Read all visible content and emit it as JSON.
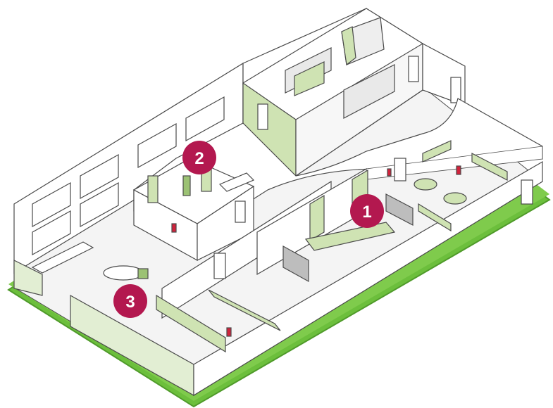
{
  "colors": {
    "ground": "#6cbf3c",
    "ground_edge": "#4f9a2a",
    "wall": "#ffffff",
    "wall_line": "#4a4a4a",
    "floor": "#f6f6f6",
    "accent_green": "#cfe3b3",
    "accent_green_dark": "#9cc274",
    "marker": "#b3184f",
    "marker_text": "#ffffff",
    "fire_red": "#d0233c",
    "whiteboard": "#bdbdbd"
  },
  "markers": [
    {
      "id": "1",
      "label": "1",
      "icon": "numbered-marker"
    },
    {
      "id": "2",
      "label": "2",
      "icon": "numbered-marker"
    },
    {
      "id": "3",
      "label": "3",
      "icon": "numbered-marker"
    }
  ]
}
